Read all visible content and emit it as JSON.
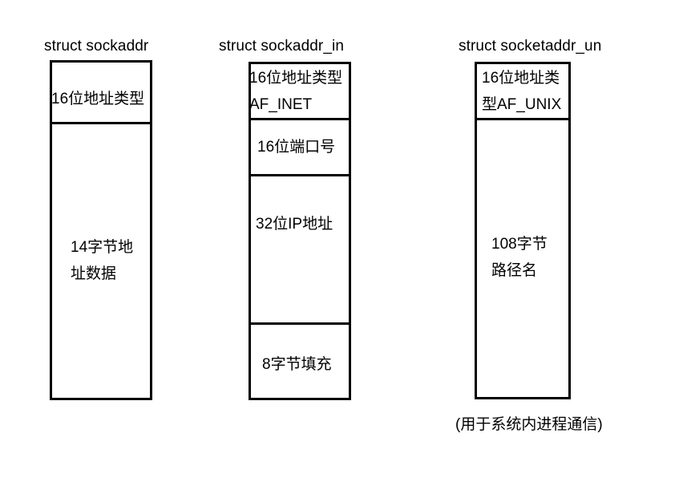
{
  "diagram": {
    "background_color": "#ffffff",
    "stroke_color": "#000000",
    "columns": [
      {
        "id": "sockaddr",
        "title": "struct sockaddr",
        "fields": [
          {
            "label": "16位地址类型"
          },
          {
            "label": "14字节地\n址数据"
          }
        ]
      },
      {
        "id": "sockaddr_in",
        "title": "struct sockaddr_in",
        "fields": [
          {
            "label": "16位地址类型\nAF_INET"
          },
          {
            "label": "16位端口号"
          },
          {
            "label": "32位IP地址"
          },
          {
            "label": "8字节填充"
          }
        ]
      },
      {
        "id": "socketaddr_un",
        "title": "struct socketaddr_un",
        "fields": [
          {
            "label": "16位地址类\n型AF_UNIX"
          },
          {
            "label": "108字节\n路径名"
          }
        ]
      }
    ],
    "note": "(用于系统内进程通信)"
  }
}
